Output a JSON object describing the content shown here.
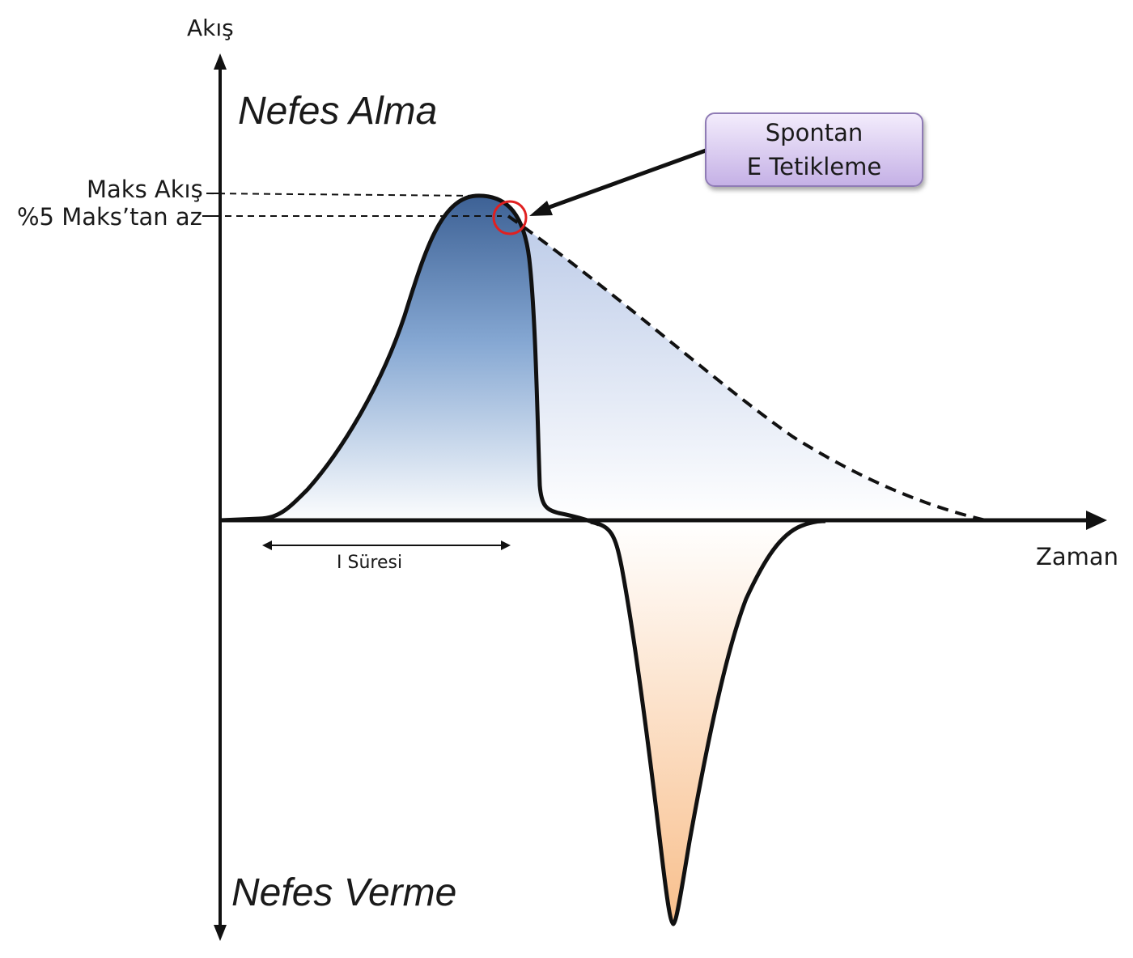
{
  "axes": {
    "y_label": "Akış",
    "x_label": "Zaman"
  },
  "regions": {
    "inhale": "Nefes Alma",
    "exhale": "Nefes Verme"
  },
  "markers": {
    "peak_flow": "Maks Akış",
    "five_percent": "%5 Maks’tan az",
    "i_time": "I Süresi"
  },
  "callout": {
    "line1": "Spontan",
    "line2": "E Tetikleme"
  },
  "colors": {
    "inhale_fill_dark": "#3d6195",
    "inhale_fill_light": "#ffffff",
    "exhale_fill": "#f8bf8c",
    "trigger_circle": "#e02020",
    "callout_border": "#8f7bb5"
  }
}
